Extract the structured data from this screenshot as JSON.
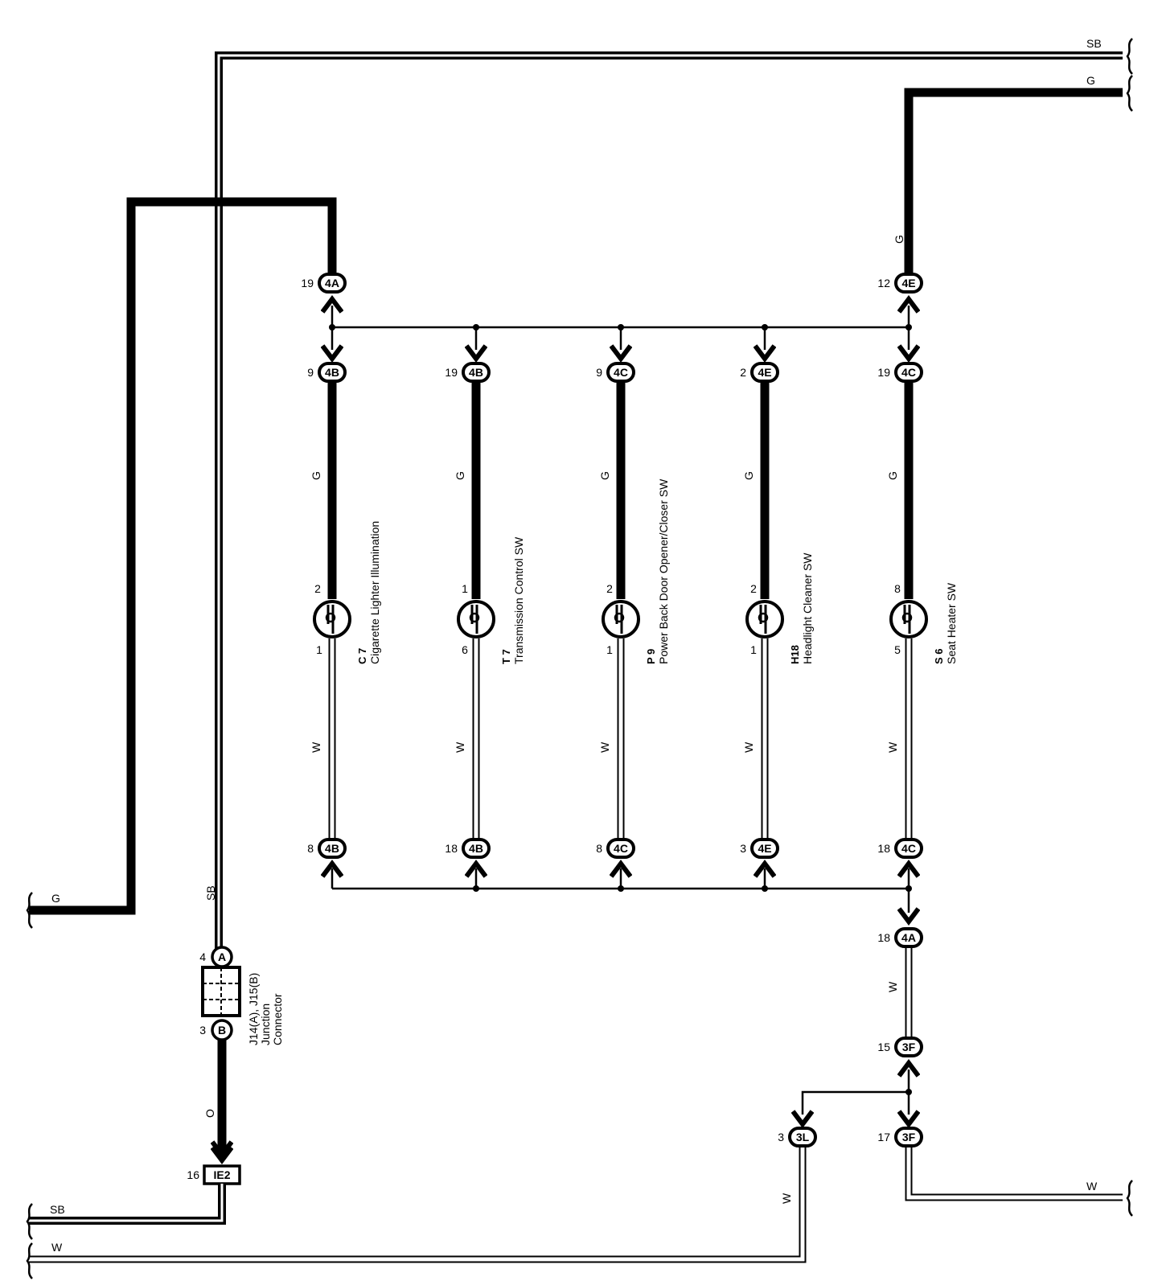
{
  "wires": {
    "sb": "SB",
    "g": "G",
    "w": "W",
    "o": "O"
  },
  "top_connectors": {
    "left": {
      "pin": "19",
      "code": "4A"
    },
    "right": {
      "pin": "12",
      "code": "4E"
    }
  },
  "upper_connectors": [
    {
      "pin": "9",
      "code": "4B"
    },
    {
      "pin": "19",
      "code": "4B"
    },
    {
      "pin": "9",
      "code": "4C"
    },
    {
      "pin": "2",
      "code": "4E"
    },
    {
      "pin": "19",
      "code": "4C"
    }
  ],
  "lower_connectors": [
    {
      "pin": "8",
      "code": "4B"
    },
    {
      "pin": "18",
      "code": "4B"
    },
    {
      "pin": "8",
      "code": "4C"
    },
    {
      "pin": "3",
      "code": "4E"
    },
    {
      "pin": "18",
      "code": "4C"
    }
  ],
  "components": [
    {
      "code": "C 7",
      "name": "Cigarette Lighter Illumination",
      "pin_top": "2",
      "pin_bottom": "1"
    },
    {
      "code": "T 7",
      "name": "Transmission Control SW",
      "pin_top": "1",
      "pin_bottom": "6"
    },
    {
      "code": "P 9",
      "name": "Power Back Door Opener/Closer SW",
      "pin_top": "2",
      "pin_bottom": "1"
    },
    {
      "code": "H18",
      "name": "Headlight Cleaner SW",
      "pin_top": "2",
      "pin_bottom": "1"
    },
    {
      "code": "S 6",
      "name": "Seat Heater SW",
      "pin_top": "8",
      "pin_bottom": "5"
    }
  ],
  "ground_chain": {
    "c1": {
      "pin": "18",
      "code": "4A"
    },
    "c2": {
      "pin": "15",
      "code": "3F"
    },
    "c3": {
      "pin": "17",
      "code": "3F"
    },
    "c4": {
      "pin": "3",
      "code": "3L"
    }
  },
  "junction_connector": {
    "pin_a": "4",
    "label_a": "A",
    "pin_b": "3",
    "label_b": "B",
    "name_line1": "J14(A), J15(B)",
    "name_line2": "Junction",
    "name_line3": "Connector"
  },
  "ie2_connector": {
    "pin": "16",
    "code": "IE2"
  }
}
